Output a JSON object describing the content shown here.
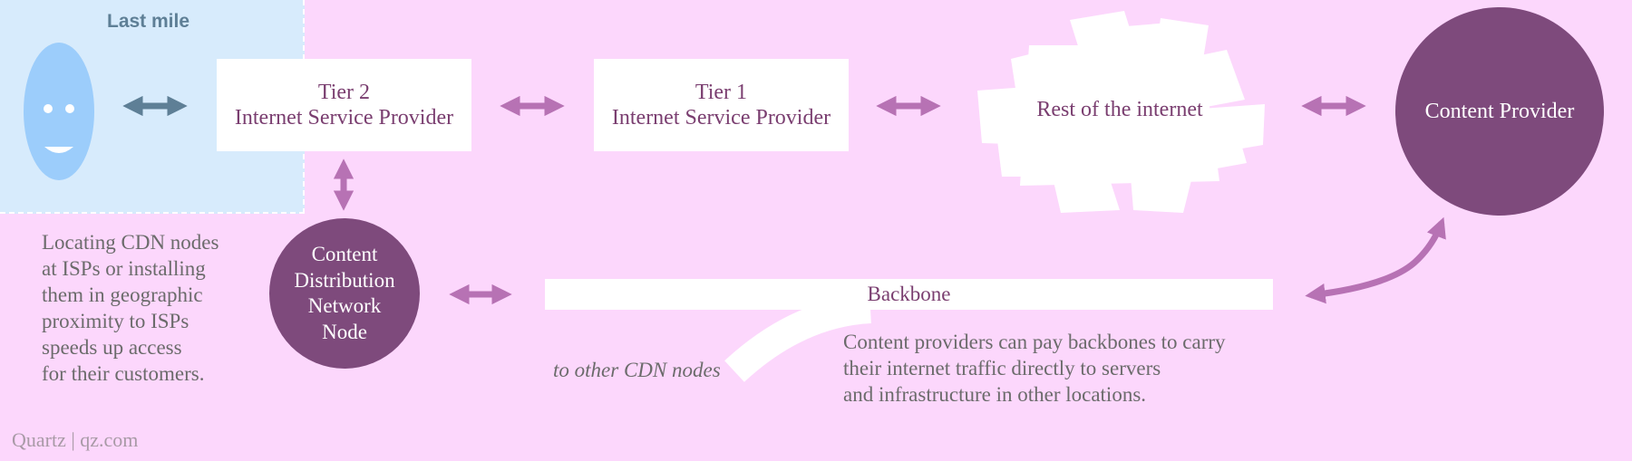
{
  "last_mile": {
    "title": "Last mile"
  },
  "nodes": {
    "tier2": {
      "line1": "Tier 2",
      "line2": "Internet Service Provider"
    },
    "tier1": {
      "line1": "Tier 1",
      "line2": "Internet Service Provider"
    },
    "internet": {
      "label": "Rest of the internet"
    },
    "content_provider": {
      "label": "Content Provider"
    },
    "cdn_node": {
      "lines": [
        "Content",
        "Distribution",
        "Network",
        "Node"
      ]
    },
    "backbone": {
      "label": "Backbone"
    }
  },
  "annotations": {
    "cdn_note": [
      "Locating CDN nodes",
      "at ISPs or installing",
      "them in geographic",
      "proximity to ISPs",
      "speeds up access",
      "for their customers."
    ],
    "other_cdn": "to other CDN nodes",
    "backbone_note": [
      "Content providers can pay backbones to carry",
      "their internet traffic directly to servers",
      "and infrastructure in other locations."
    ]
  },
  "credit": "Quartz | qz.com",
  "colors": {
    "background": "#fcd7fc",
    "last_mile_bg": "#d7ebfc",
    "user_face": "#9ccdfb",
    "last_mile_arrow": "#5e7f96",
    "arrow": "#b772b4",
    "node_fill": "#7e4a7c",
    "box_fill": "#ffffff",
    "text": "#7a3e70"
  }
}
